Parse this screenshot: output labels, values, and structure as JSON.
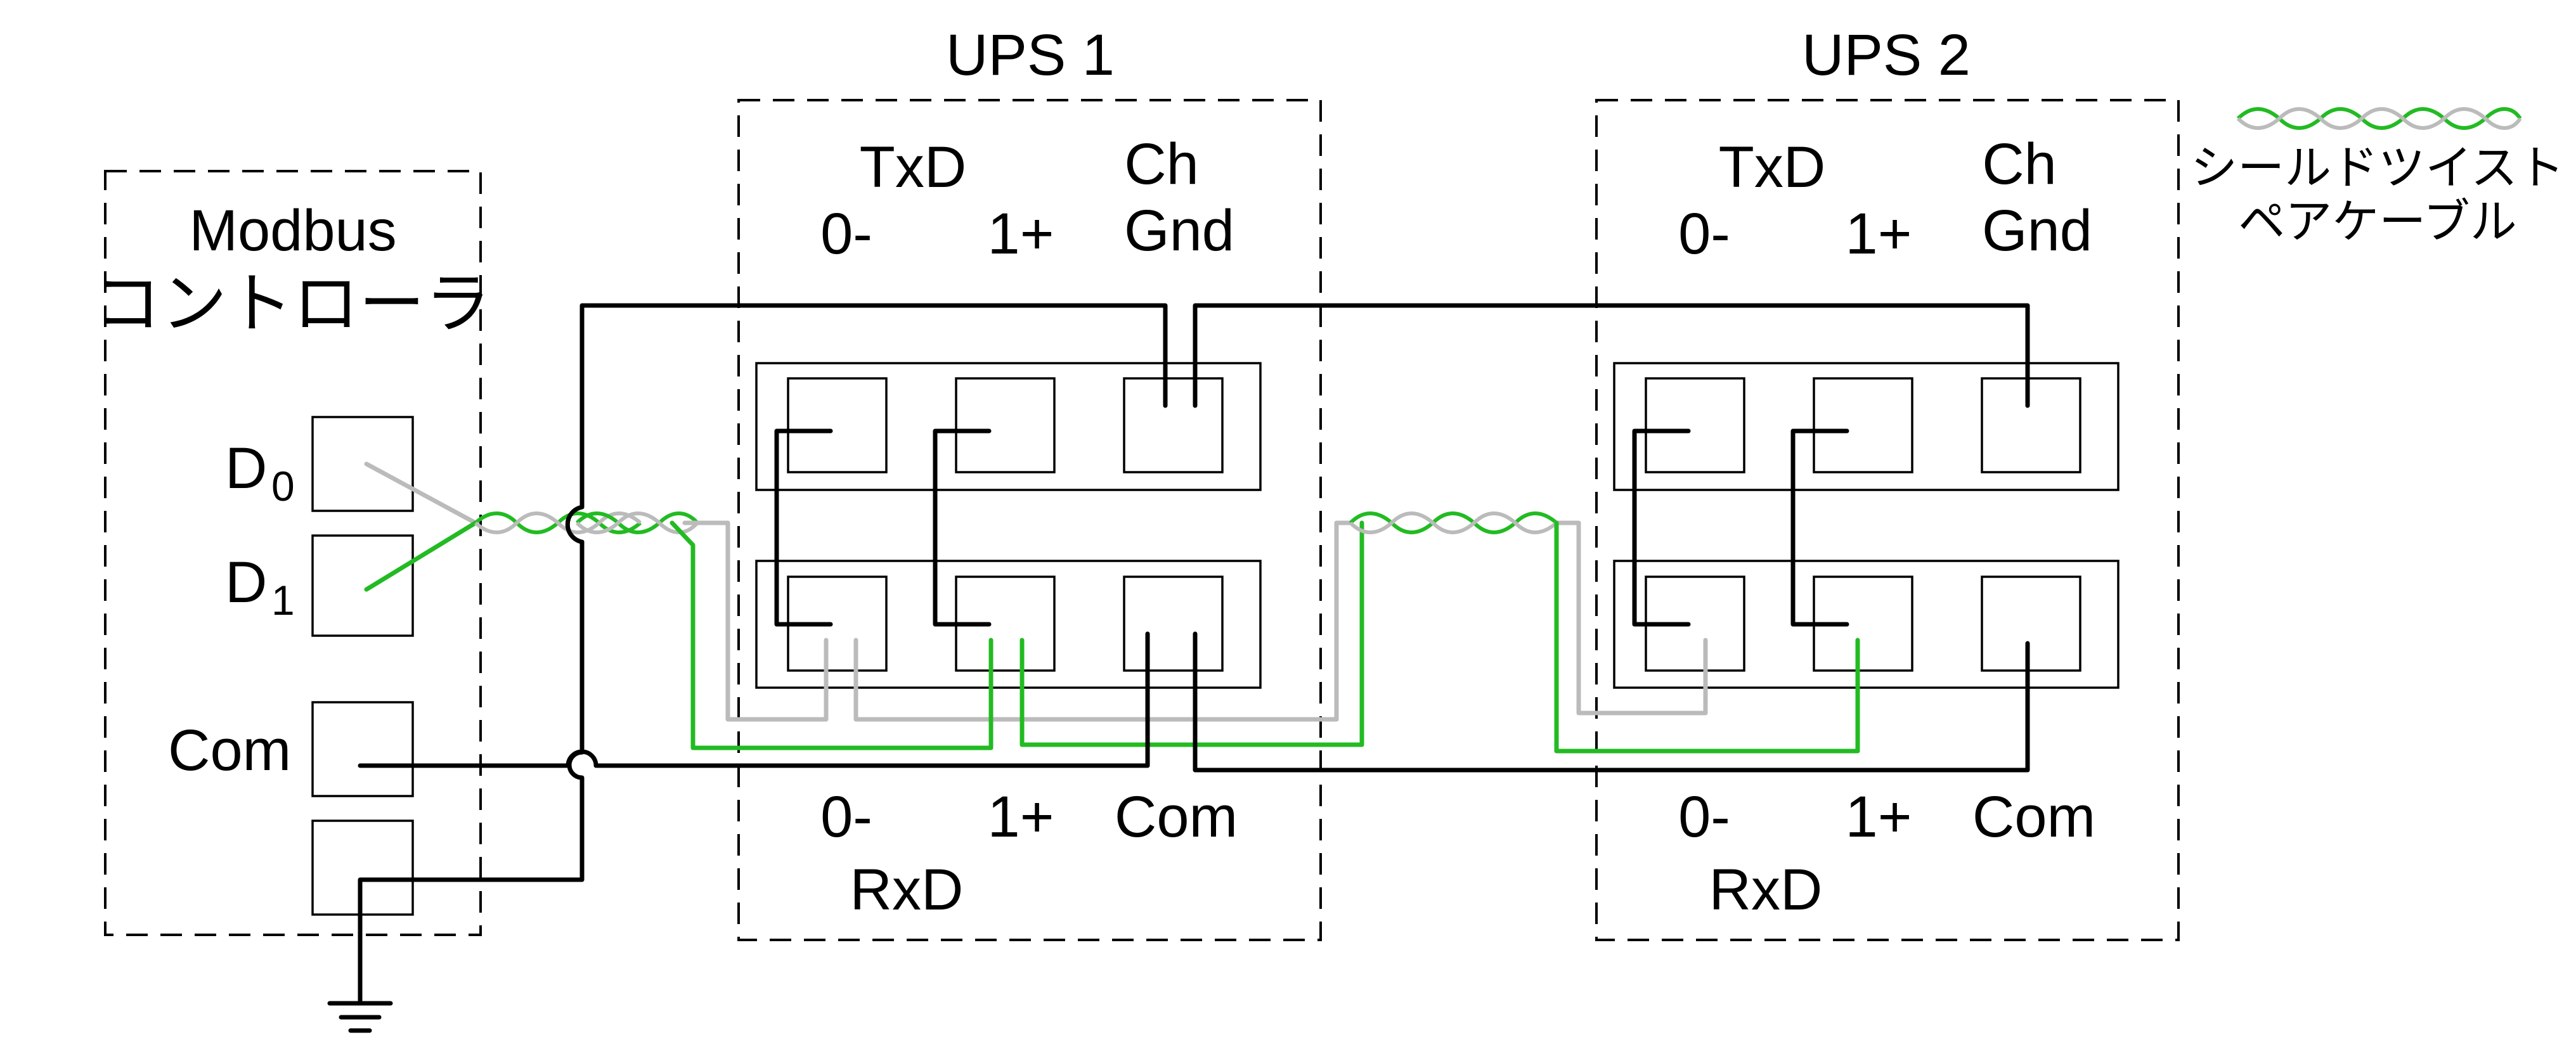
{
  "controller": {
    "title_line1": "Modbus",
    "title_line2": "コントローラ",
    "d0_main": "D",
    "d0_sub": "0",
    "d1_main": "D",
    "d1_sub": "1",
    "com": "Com"
  },
  "ups1": {
    "title": "UPS 1",
    "txd": "TxD",
    "ch": "Ch",
    "top_zero": "0-",
    "top_one": "1+",
    "gnd": "Gnd",
    "bottom_zero": "0-",
    "bottom_one": "1+",
    "com": "Com",
    "rxd": "RxD"
  },
  "ups2": {
    "title": "UPS 2",
    "txd": "TxD",
    "ch": "Ch",
    "top_zero": "0-",
    "top_one": "1+",
    "gnd": "Gnd",
    "bottom_zero": "0-",
    "bottom_one": "1+",
    "com": "Com",
    "rxd": "RxD"
  },
  "legend": {
    "line1": "シールドツイスト",
    "line2": "ペアケーブル"
  },
  "colors": {
    "wire_black": "#000000",
    "wire_green": "#22bb22",
    "wire_gray": "#bbbbbb"
  }
}
